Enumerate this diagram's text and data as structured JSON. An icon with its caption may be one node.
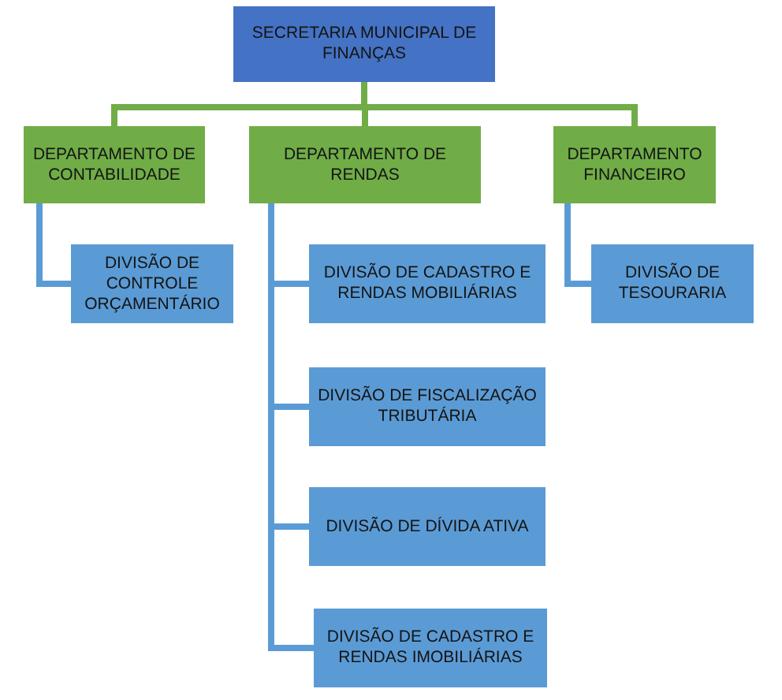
{
  "diagram": {
    "nodes": [
      {
        "text": [
          "SECRETARIA MUNICIPAL DE FINANÇAS"
        ]
      },
      {
        "text": [
          "DEPARTAMENTO DE CONTABILIDADE"
        ]
      },
      {
        "text": [
          "DEPARTAMENTO DE RENDAS"
        ]
      },
      {
        "text": [
          "DEPARTAMENTO FINANCEIRO"
        ]
      },
      {
        "text": [
          "DIVISÃO DE CONTROLE ORÇAMENTÁRIO"
        ]
      },
      {
        "text": [
          "DIVISÃO DE CADASTRO E RENDAS MOBILIÁRIAS"
        ]
      },
      {
        "text": [
          "DIVISÃO DE FISCALIZAÇÃO TRIBUTÁRIA"
        ]
      },
      {
        "text": [
          "DIVISÃO DE DÍVIDA ATIVA"
        ]
      },
      {
        "text": [
          "DIVISÃO DE CADASTRO E RENDAS IMOBILIÁRIAS"
        ]
      },
      {
        "text": [
          "DIVISÃO DE TESOURARIA"
        ]
      }
    ],
    "edges": [
      {
        "from": 0,
        "to": 1,
        "arrow": "none",
        "color": "#70ad47"
      },
      {
        "from": 0,
        "to": 2,
        "arrow": "none",
        "color": "#70ad47"
      },
      {
        "from": 0,
        "to": 3,
        "arrow": "none",
        "color": "#70ad47"
      },
      {
        "from": 1,
        "to": 4,
        "arrow": "none"
      },
      {
        "from": 2,
        "to": 5,
        "arrow": "none"
      },
      {
        "from": 2,
        "to": 6,
        "arrow": "none"
      },
      {
        "from": 2,
        "to": 7,
        "arrow": "none"
      },
      {
        "from": 2,
        "to": 8,
        "arrow": "none"
      },
      {
        "from": 3,
        "to": 9,
        "arrow": "none"
      }
    ]
  }
}
